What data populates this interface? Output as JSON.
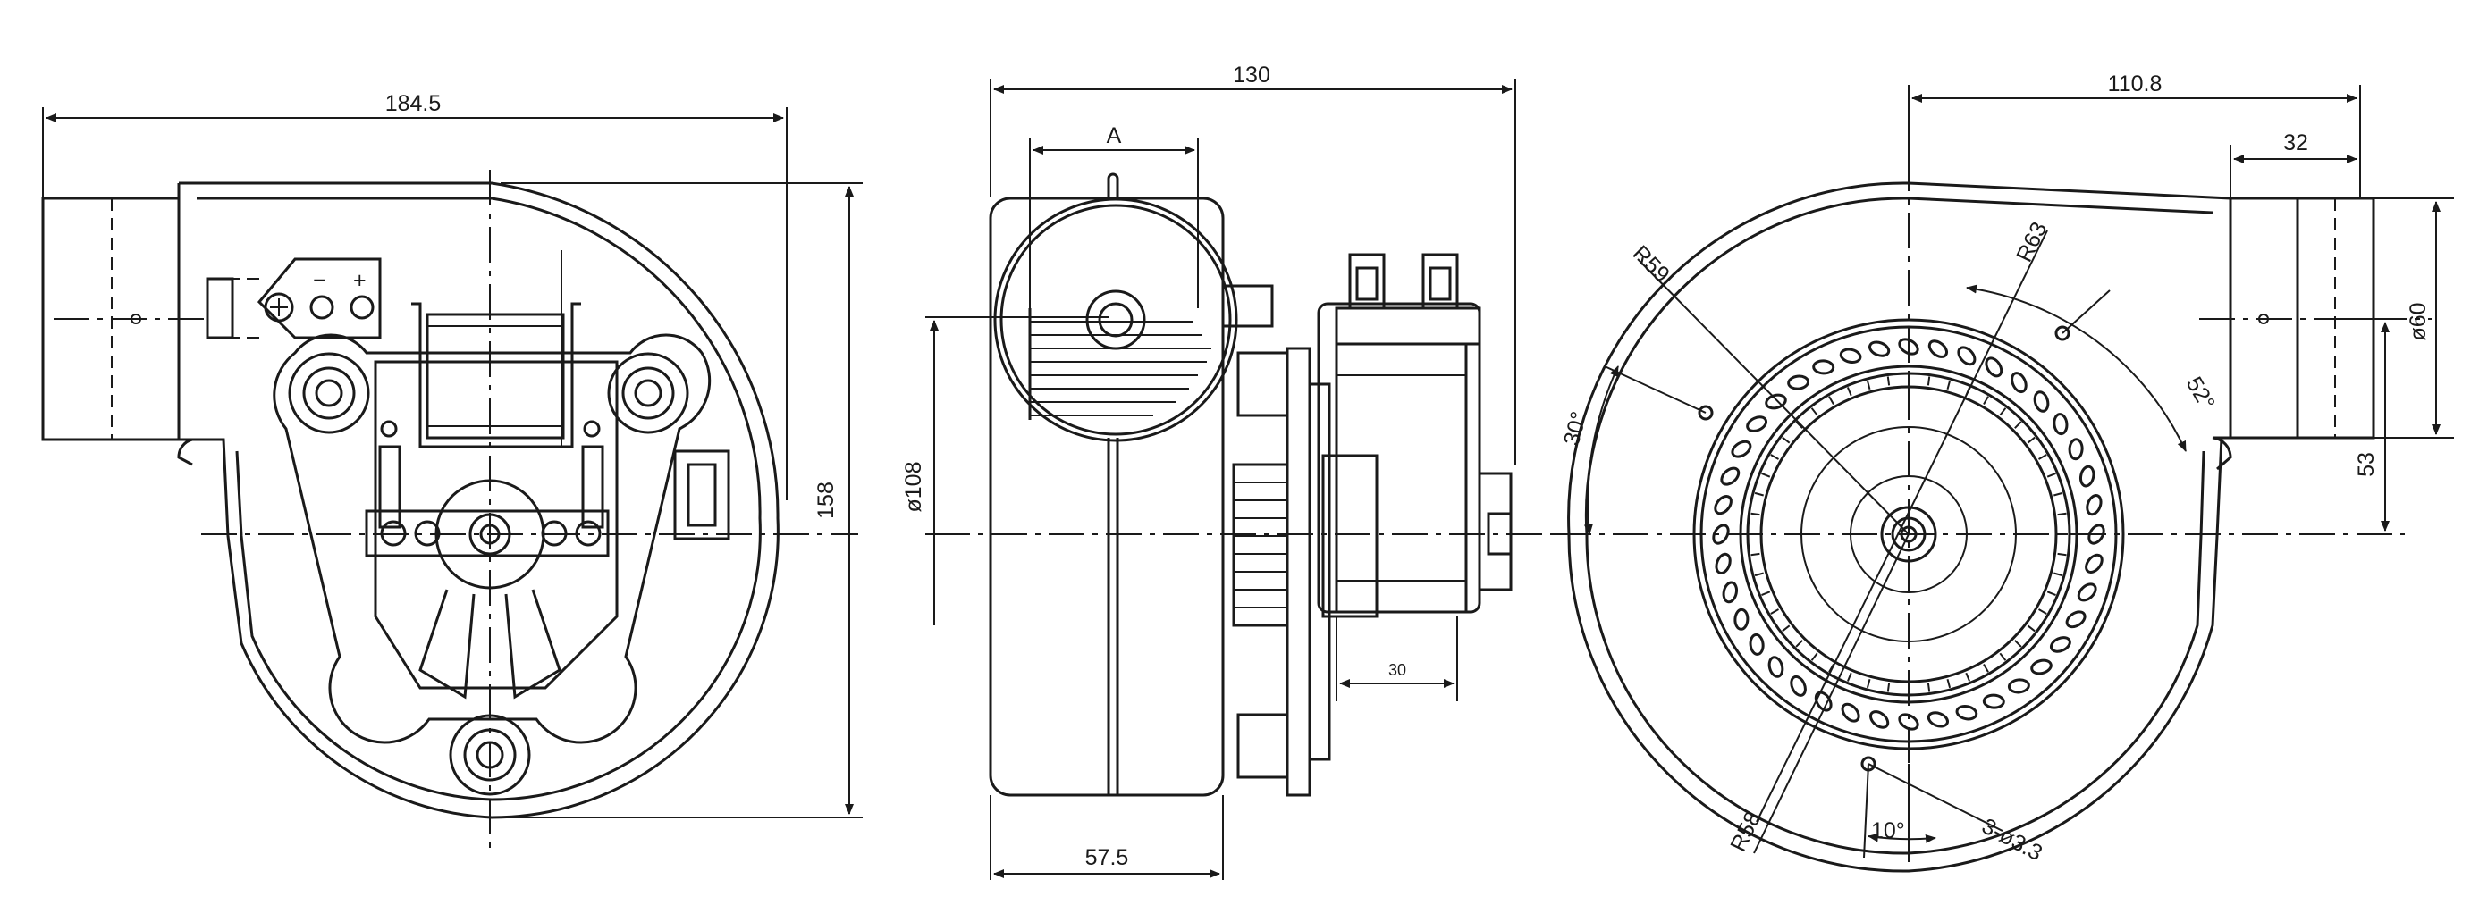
{
  "front_view": {
    "width_dim": "184.5",
    "height_dim": "158",
    "terminal_minus": "−",
    "terminal_plus": "+"
  },
  "side_view": {
    "width_dim": "130",
    "a_dim": "A",
    "diameter_dim": "ø108",
    "bottom_dim": "57.5",
    "motor_dim": "30"
  },
  "rear_view": {
    "width_dim": "110.8",
    "outlet_dim": "32",
    "outlet_dia_dim": "ø60",
    "offset_dim": "53",
    "r63_dim": "R63",
    "r59_dim": "R59",
    "r58_dim": "R58",
    "angle30_dim": "30°",
    "angle52_dim": "52°",
    "angle10_dim": "10°",
    "holes_dim": "3-ø3.3"
  }
}
